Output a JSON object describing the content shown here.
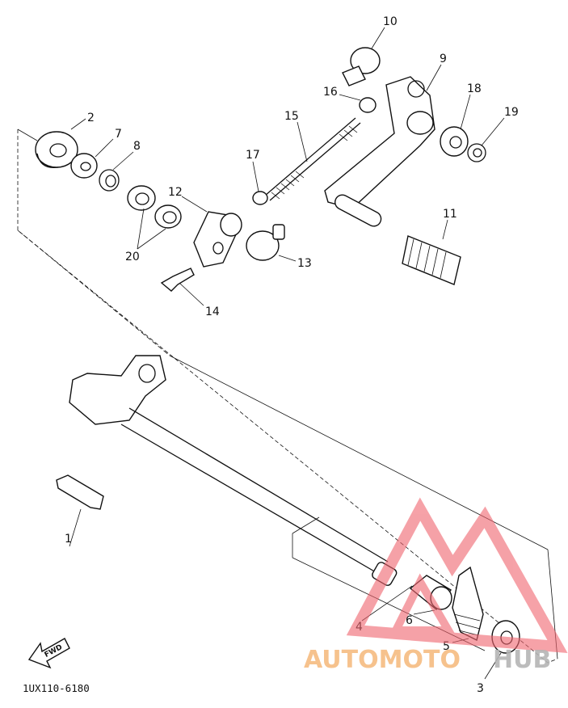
{
  "drawing": {
    "code": "1UX110-6180",
    "fwd_label": "FWD"
  },
  "parts": [
    {
      "key": "p1",
      "number": "1"
    },
    {
      "key": "p2",
      "number": "2"
    },
    {
      "key": "p3",
      "number": "3"
    },
    {
      "key": "p4",
      "number": "4"
    },
    {
      "key": "p5",
      "number": "5"
    },
    {
      "key": "p6",
      "number": "6"
    },
    {
      "key": "p7",
      "number": "7"
    },
    {
      "key": "p8",
      "number": "8"
    },
    {
      "key": "p9",
      "number": "9"
    },
    {
      "key": "p10",
      "number": "10"
    },
    {
      "key": "p11",
      "number": "11"
    },
    {
      "key": "p12",
      "number": "12"
    },
    {
      "key": "p13",
      "number": "13"
    },
    {
      "key": "p14",
      "number": "14"
    },
    {
      "key": "p15",
      "number": "15"
    },
    {
      "key": "p16",
      "number": "16"
    },
    {
      "key": "p17",
      "number": "17"
    },
    {
      "key": "p18",
      "number": "18"
    },
    {
      "key": "p19",
      "number": "19"
    },
    {
      "key": "p20",
      "number": "20"
    }
  ],
  "watermark": {
    "part_a": "AUTOMOTO",
    "part_b": "HUB",
    "color_a": "#f5b87a",
    "color_b": "#b5b5b5",
    "logo_color": "#f0646e"
  }
}
